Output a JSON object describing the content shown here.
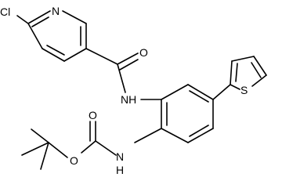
{
  "atom_labels": {
    "cl": "Cl",
    "pyridine_n": "N",
    "amide_o": "O",
    "amide_nh": "NH",
    "thiophene_s": "S",
    "carbamate_o_carbonyl": "O",
    "carbamate_o_ester": "O",
    "carbamate_nh": "N",
    "carbamate_nh_h": "H"
  }
}
